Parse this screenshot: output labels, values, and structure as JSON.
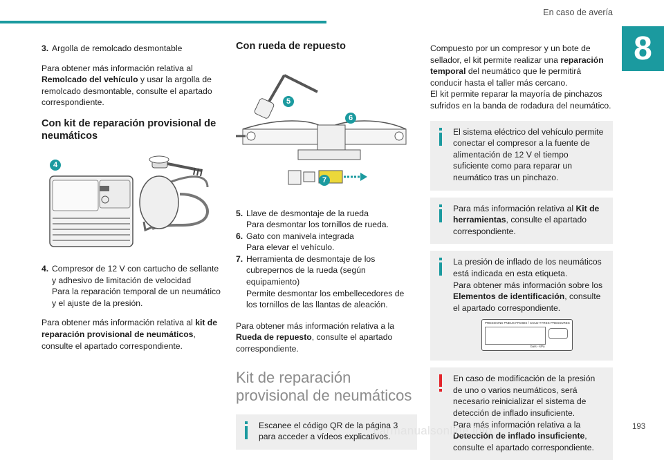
{
  "header": {
    "section_title": "En caso de avería",
    "chapter_number": "8",
    "accent_color": "#1b9a9f"
  },
  "col1": {
    "item3": {
      "num": "3.",
      "text": "Argolla de remolcado desmontable"
    },
    "p1": {
      "a": "Para obtener más información relativa al",
      "b_bold": "Remolcado del vehículo",
      "c": "y usar la argolla de remolcado desmontable, consulte el apartado correspondiente."
    },
    "heading": "Con kit de reparación provisional de neumáticos",
    "figure_badge": "4",
    "item4": {
      "num": "4.",
      "line1": "Compresor de 12 V con cartucho de sellante y adhesivo de limitación de velocidad",
      "line2": "Para la reparación temporal de un neumático y el ajuste de la presión."
    },
    "p2": {
      "a": "Para obtener más información relativa al",
      "b_bold": "kit de reparación provisional de neumáticos",
      "c": ", consulte el apartado correspondiente."
    }
  },
  "col2": {
    "heading": "Con rueda de repuesto",
    "badges": [
      "5",
      "6",
      "7"
    ],
    "items": [
      {
        "num": "5.",
        "title": "Llave de desmontaje de la rueda",
        "desc": "Para desmontar los tornillos de rueda."
      },
      {
        "num": "6.",
        "title": "Gato con manivela integrada",
        "desc": "Para elevar el vehículo."
      },
      {
        "num": "7.",
        "title": "Herramienta de desmontaje de los cubrepernos de la rueda (según equipamiento)",
        "desc": "Permite desmontar los embellecedores de los tornillos de las llantas de aleación."
      }
    ],
    "p": {
      "a": "Para obtener más información relativa a la",
      "b_bold": "Rueda de repuesto",
      "c": ", consulte el apartado correspondiente."
    },
    "big_title": "Kit de reparación provisional de neumáticos",
    "note": "Escanee el código QR de la página 3 para acceder a vídeos explicativos."
  },
  "col3": {
    "intro": {
      "a": "Compuesto por un compresor y un bote de sellador, el kit permite realizar una",
      "b_bold": "reparación temporal",
      "c": "del neumático que le permitirá conducir hasta el taller más cercano.",
      "d": "El kit permite reparar la mayoría de pinchazos sufridos en la banda de rodadura del neumático."
    },
    "note1": "El sistema eléctrico del vehículo permite conectar el compresor a la fuente de alimentación de 12 V el tiempo suficiente como para reparar un neumático tras un pinchazo.",
    "note2": {
      "a": "Para más información relativa al",
      "b_bold": "Kit de herramientas",
      "c": ", consulte el apartado correspondiente."
    },
    "note3": {
      "a": "La presión de inflado de los neumáticos está indicada en esta etiqueta.",
      "b": "Para obtener más información sobre los",
      "c_bold": "Elementos de identificación",
      "d": ", consulte el apartado correspondiente."
    },
    "label_image": {
      "header": "PRESSIONS PNEUS FROIDS / COLD TYRES PRESSURES",
      "footer": "bars - kPa"
    },
    "warning": {
      "a": "En caso de modificación de la presión de uno o varios neumáticos, será necesario reinicializar el sistema de detección de inflado insuficiente.",
      "b": "Para más información relativa a la",
      "c_bold": "Detección de inflado insuficiente",
      "d": ", consulte el apartado correspondiente."
    }
  },
  "footer": {
    "watermark": "carmanualsonline.info",
    "page_number": "193"
  }
}
